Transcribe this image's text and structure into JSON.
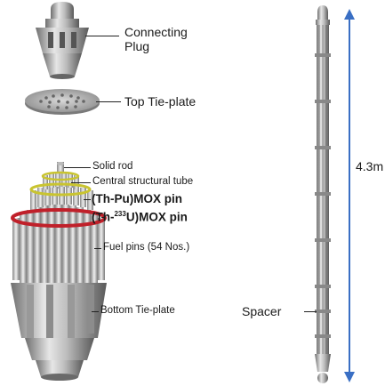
{
  "labels": {
    "connecting_plug_line1": "Connecting",
    "connecting_plug_line2": "Plug",
    "top_tie_plate": "Top Tie-plate",
    "solid_rod": "Solid rod",
    "central_tube": "Central structural tube",
    "thpu_mox": "(Th-Pu)MOX pin",
    "thu233_mox_prefix": "(Th-",
    "thu233_mox_sup": "233",
    "thu233_mox_suffix": "U)MOX pin",
    "fuel_pins": "Fuel pins (54 Nos.)",
    "bottom_tie_plate": "Bottom Tie-plate",
    "spacer": "Spacer",
    "length": "4.3m"
  },
  "colors": {
    "dimension_arrow": "#3a6fc4",
    "thu233_ring": "#c0202a",
    "thpu_ring": "#c9c430",
    "metal_light": "#e6e6e6",
    "metal_dark": "#6f6f6f"
  }
}
